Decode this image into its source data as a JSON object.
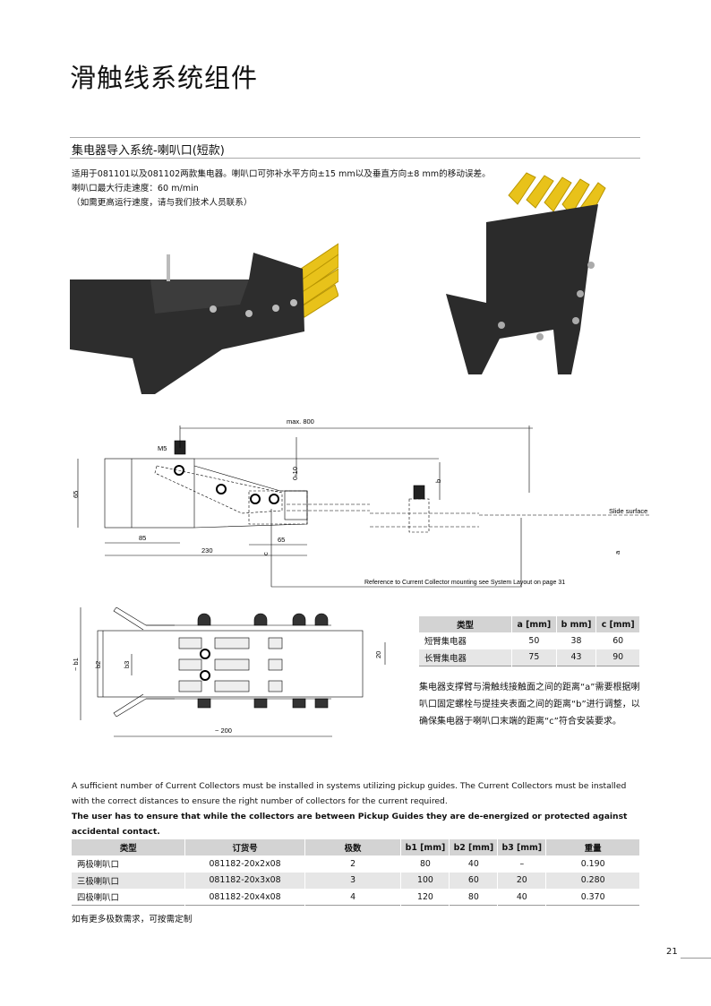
{
  "title": "滑触线系统组件",
  "section_heading": "集电器导入系统-喇叭口(短款)",
  "intro": [
    "适用于081101以及081102两款集电器。喇叭口可弥补水平方向±15 mm以及垂直方向±8 mm的移动误差。",
    "喇叭口最大行走速度：60 m/min",
    "（如需更高运行速度，请与我们技术人员联系）"
  ],
  "drawing_side": {
    "max": "max. 800",
    "m5": "M5",
    "h65": "65",
    "adj": "0-10",
    "b": "b",
    "slide": "Slide surface",
    "d85": "85",
    "d230": "230",
    "d65": "65",
    "c": "c",
    "a": "a",
    "ref": "Reference to Current Collector mounting see System Layout on page 31"
  },
  "drawing_top": {
    "b1": "~ b1",
    "b2": "b2",
    "b3": "b3",
    "d20": "20",
    "d200": "~ 200"
  },
  "table_distance": {
    "headers": [
      "类型",
      "a [mm]",
      "b mm]",
      "c [mm]"
    ],
    "rows": [
      [
        "短臂集电器",
        "50",
        "38",
        "60"
      ],
      [
        "长臂集电器",
        "75",
        "43",
        "90"
      ]
    ]
  },
  "distance_note": "集电器支撑臂与滑触线接触面之间的距离“a”需要根据喇叭口固定螺栓与提挂夹表面之间的距离“b”进行调整，以确保集电器于喇叭口末端的距离“c”符合安装要求。",
  "english_text": [
    "A sufficient number of Current Collectors must be installed in systems utilizing pickup guides. The Current Collectors must be installed with the correct distances to ensure the right number of collectors for the current required.",
    "The user has to ensure that while the collectors are between Pickup Guides they are de-energized or protected against accidental contact."
  ],
  "table_products": {
    "headers": [
      "类型",
      "订货号",
      "极数",
      "b1 [mm]",
      "b2 [mm]",
      "b3 [mm]",
      "重量"
    ],
    "rows": [
      [
        "两极喇叭口",
        "081182-20x2x08",
        "2",
        "80",
        "40",
        "–",
        "0.190"
      ],
      [
        "三极喇叭口",
        "081182-20x3x08",
        "3",
        "100",
        "60",
        "20",
        "0.280"
      ],
      [
        "四极喇叭口",
        "081182-20x4x08",
        "4",
        "120",
        "80",
        "40",
        "0.370"
      ]
    ]
  },
  "footnote": "如有更多极数需求，可按需定制",
  "page_number": "21",
  "colors": {
    "yellow": "#e8c21a",
    "body": "#2b2b2b"
  }
}
